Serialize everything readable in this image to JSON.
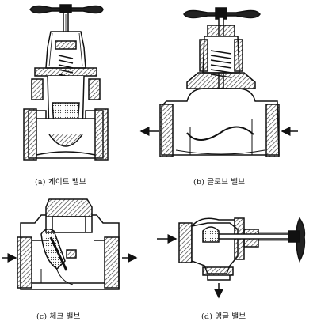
{
  "figure": {
    "panels": [
      {
        "id": "a",
        "caption": "(a)  게이트 밸브"
      },
      {
        "id": "b",
        "caption": "(b)  글로브 밸브"
      },
      {
        "id": "c",
        "caption": "(c)  체크 밸브"
      },
      {
        "id": "d",
        "caption": "(d)  앵글 밸브"
      }
    ],
    "colors": {
      "ink": "#111111",
      "hatch": "#333333",
      "paper": "#ffffff"
    },
    "icons": [
      "flow-arrow-icon",
      "handwheel-icon",
      "spring-icon"
    ]
  }
}
